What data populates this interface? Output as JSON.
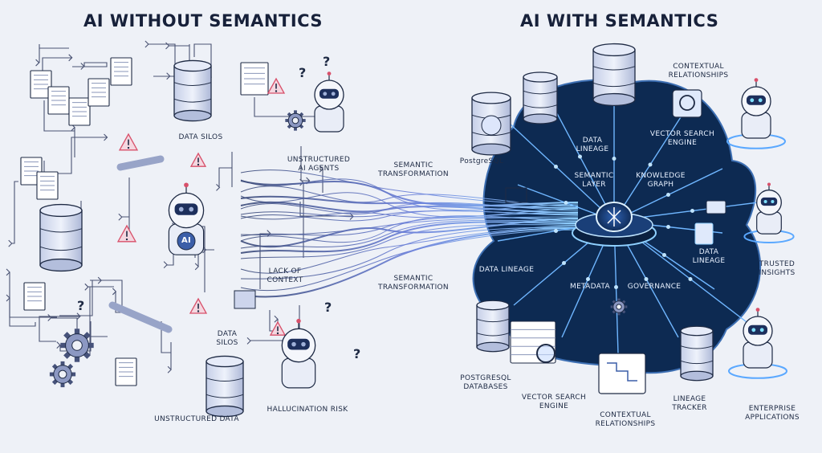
{
  "titles": {
    "left": "AI WITHOUT SEMANTICS",
    "right": "AI WITH SEMANTICS"
  },
  "left_labels": {
    "data_silos_top": "DATA SILOS",
    "unstructured_agents": "UNSTRUCTURED\nAI AGENTS",
    "lack_of_context": "LACK OF\nCONTEXT",
    "data_silos_bottom": "DATA\nSILOS",
    "unstructured_data": "UNSTRUCTURED DATA",
    "hallucination_risk": "HALLUCINATION RISK",
    "robot_badge": "AI"
  },
  "middle_labels": {
    "semantic_transformation_top": "SEMANTIC\nTRANSFORMATION",
    "semantic_transformation_bottom": "SEMANTIC\nTRANSFORMATION"
  },
  "right_labels": {
    "postgresql": "PostgreSQL",
    "data_lineage_top": "DATA\nLINEAGE",
    "vector_search_engine_top": "VECTOR SEARCH\nENGINE",
    "contextual_relationships_top": "CONTEXTUAL\nRELATIONSHIPS",
    "semantic_layer": "SEMANTIC\nLAYER",
    "knowledge_graph": "KNOWLEDGE\nGRAPH",
    "data_lineage_mid": "DATA LINEAGE",
    "metadata": "METADATA",
    "governance": "GOVERNANCE",
    "data_lineage_right": "DATA\nLINEAGE",
    "trusted_insights": "TRUSTED\nINSIGHTS",
    "postgresql_databases": "POSTGRESQL\nDATABASES",
    "vector_search_engine_bottom": "VECTOR SEARCH\nENGINE",
    "contextual_relationships_bottom": "CONTEXTUAL\nRELATIONSHIPS",
    "lineage_tracker": "LINEAGE\nTRACKER",
    "enterprise_applications": "ENTERPRISE\nAPPLICATIONS"
  },
  "colors": {
    "background": "#eef1f7",
    "blob": "#0d2a52",
    "blob_edge": "#3d6fb3",
    "accent": "#5aa8ff",
    "warning": "#d8506a",
    "ink": "#1e2a44"
  }
}
